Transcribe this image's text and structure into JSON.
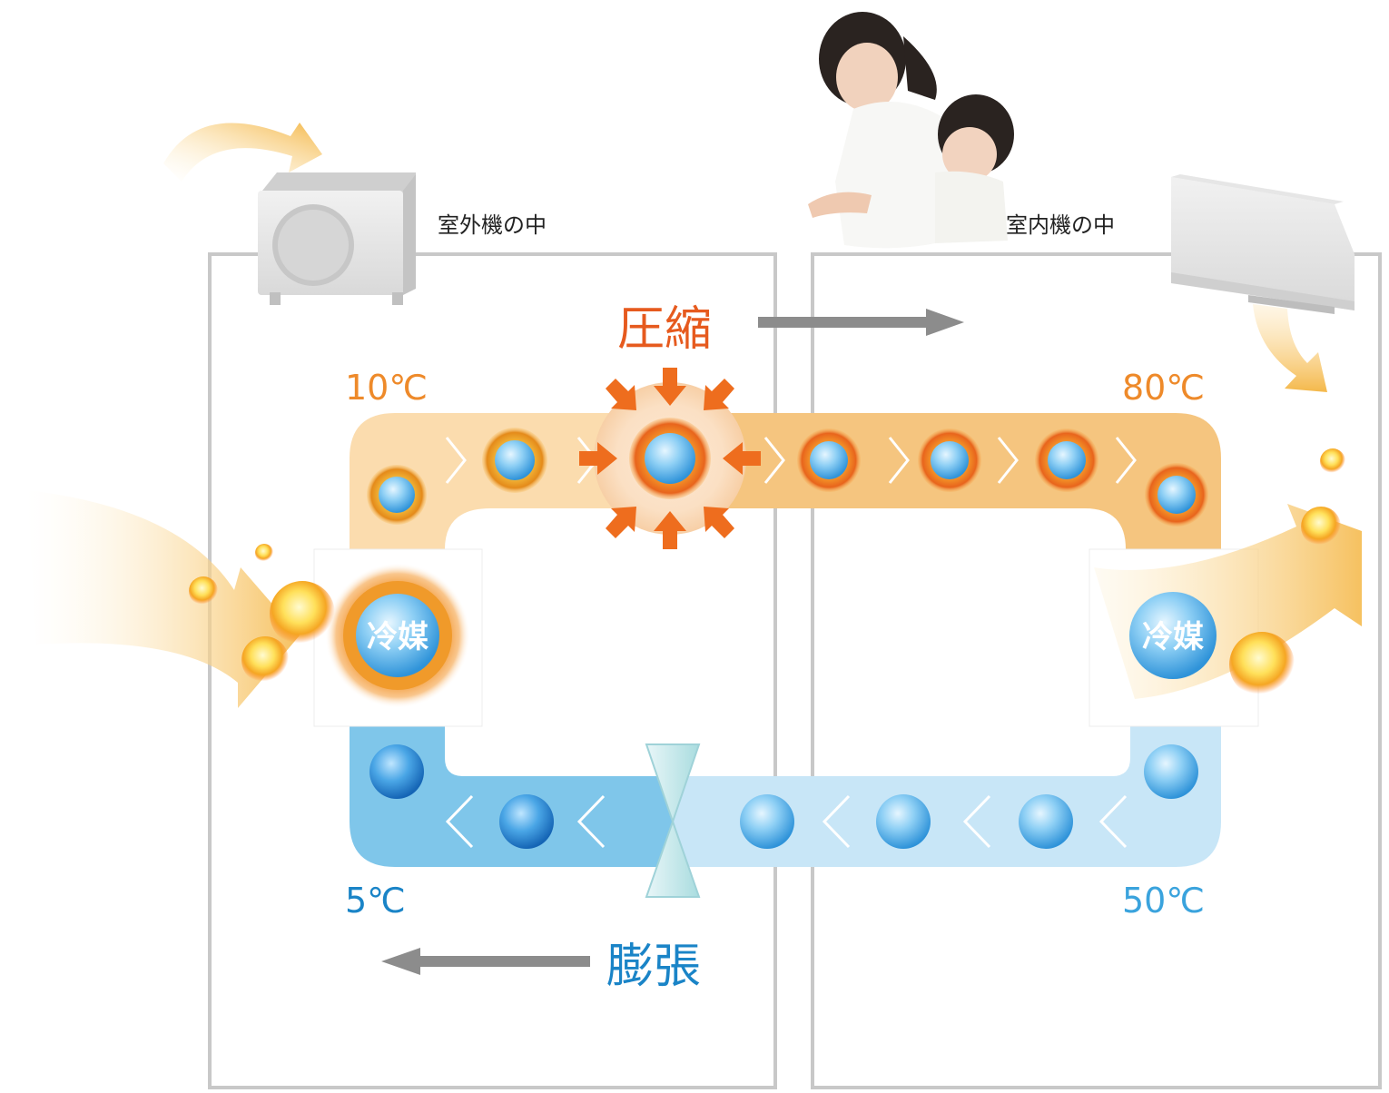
{
  "labels": {
    "outdoor_unit": "室外機の中",
    "indoor_unit": "室内機の中",
    "compression": "圧縮",
    "expansion": "膨張",
    "refrigerant": "冷媒",
    "temp_hot_in": "10℃",
    "temp_hot_out": "80℃",
    "temp_cold_out": "5℃",
    "temp_cold_in": "50℃"
  },
  "colors": {
    "hot_pipe": "#f5c57f",
    "hot_pipe_light": "#fbdcae",
    "cold_pipe": "#7fc6ea",
    "cold_pipe_light": "#c8e6f7",
    "compression_text": "#e65a1e",
    "expansion_text": "#1a84c7",
    "temp_hot": "#ee8a2a",
    "temp_cold": "#1a84c7",
    "temp_cold_light": "#3aa3dd",
    "frame": "#c8c8c8",
    "arrow_gray": "#8c8c8c",
    "air_arrow": "#f6c160"
  },
  "icons": [
    "outdoor-unit-icon",
    "indoor-unit-icon",
    "people-photo",
    "compression-burst-icon",
    "expansion-valve-icon"
  ]
}
